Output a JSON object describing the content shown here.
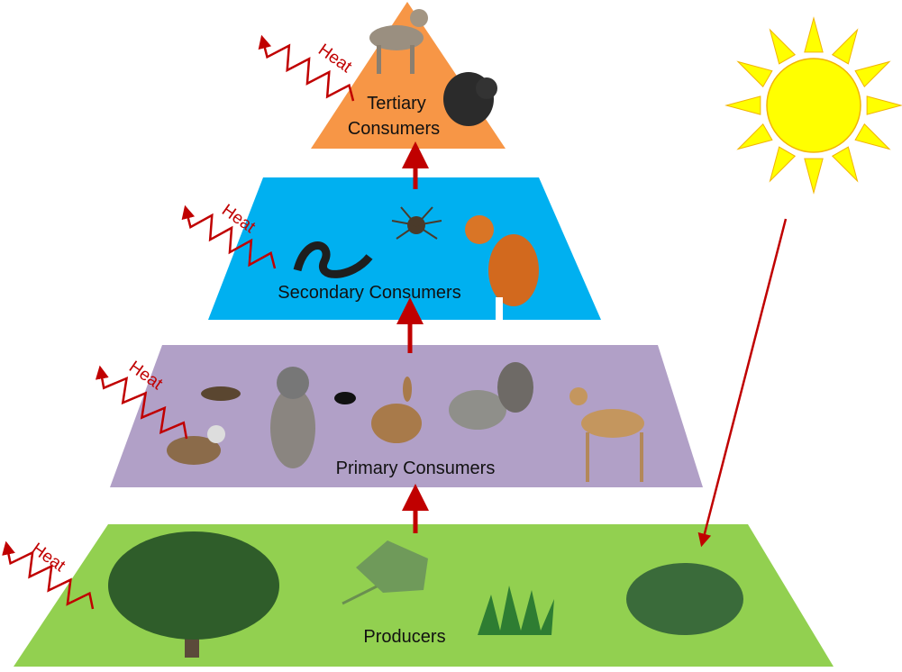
{
  "title": "Energy pyramid",
  "levels": {
    "tertiary": {
      "line1": "Tertiary",
      "line2": "Consumers",
      "color": "#F79646"
    },
    "secondary": {
      "label": "Secondary Consumers",
      "color": "#00B0F0"
    },
    "primary": {
      "label": "Primary Consumers",
      "color": "#B1A0C7"
    },
    "producers": {
      "label": "Producers",
      "color": "#92D050"
    }
  },
  "heat_label": "Heat",
  "colors": {
    "arrow": "#C00000",
    "sun": "#FFFF00",
    "sun_outline": "#F2B400"
  }
}
